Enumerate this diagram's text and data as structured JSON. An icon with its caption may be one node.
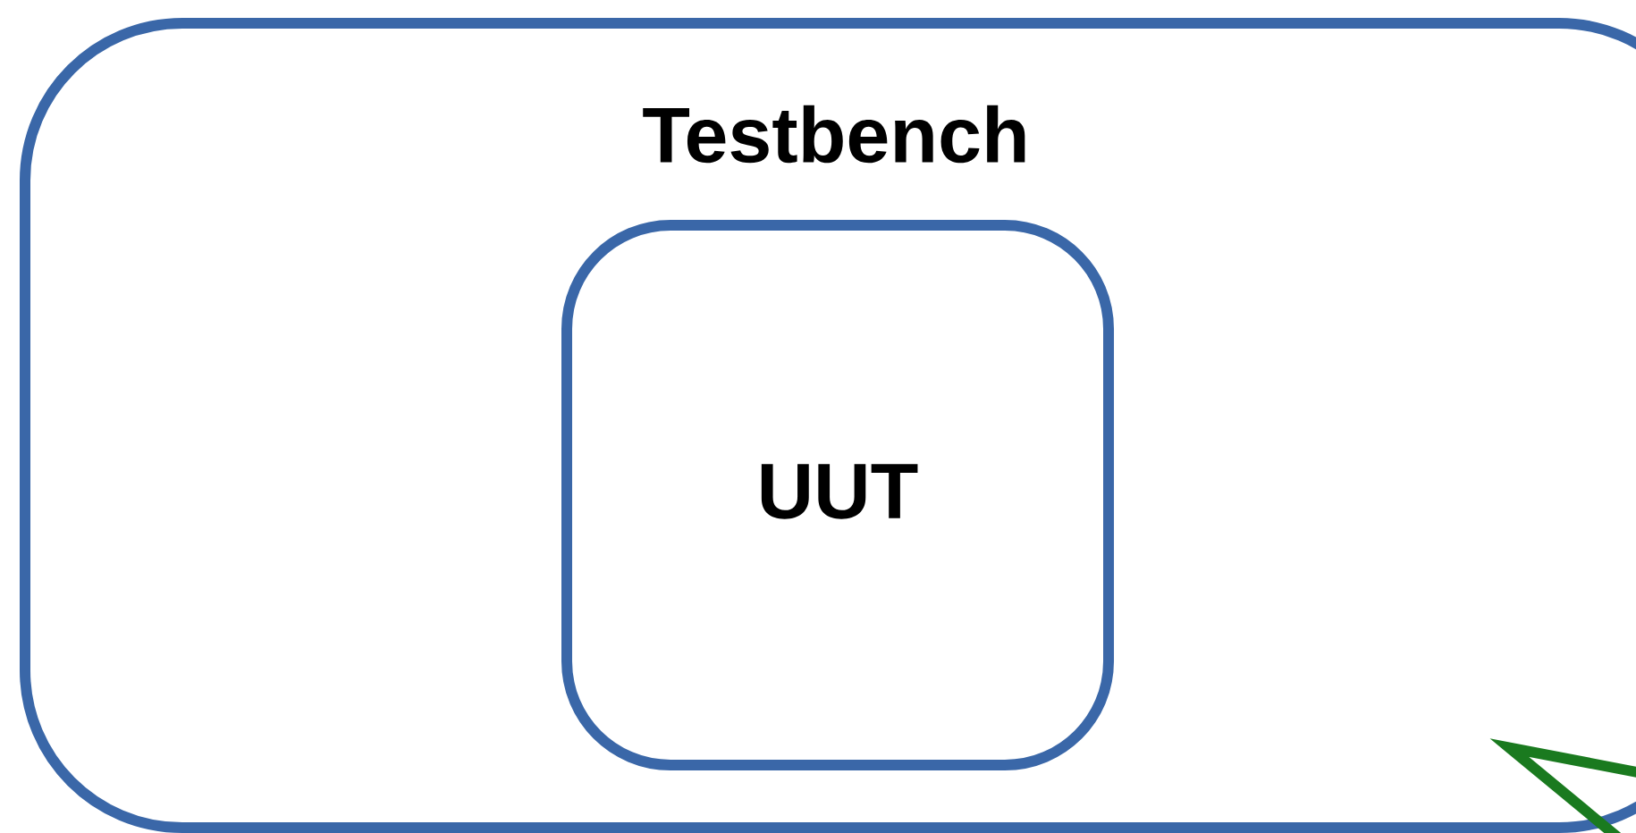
{
  "diagram": {
    "nodes": [
      {
        "text": [
          "Testbench"
        ]
      },
      {
        "text": [
          "UUT"
        ],
        "in": 0
      }
    ]
  }
}
